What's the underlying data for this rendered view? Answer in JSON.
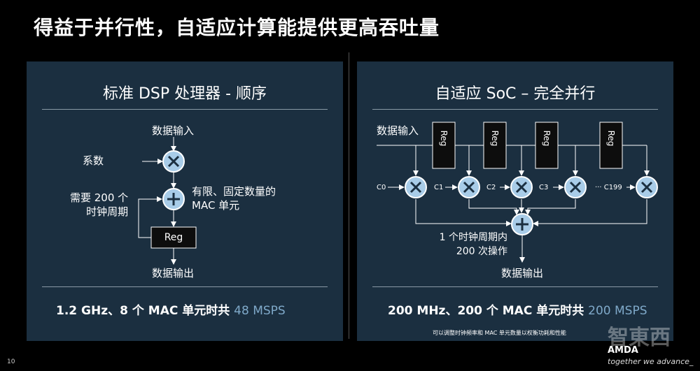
{
  "slide": {
    "title": "得益于并行性，自适应计算能提供更高吞吐量",
    "page_number": "10",
    "brand": "AMDA",
    "tagline": "together we advance_",
    "watermark": "智東西"
  },
  "left": {
    "title": "标准 DSP 处理器 - 顺序",
    "data_in": "数据输入",
    "coeff": "系数",
    "cycles": "需要 200 个\n时钟周期",
    "mac_note": "有限、固定数量的\nMAC 单元",
    "reg": "Reg",
    "data_out": "数据输出",
    "footer_main": "1.2 GHz、8 个 MAC 单元时共",
    "footer_hl": "48 MSPS"
  },
  "right": {
    "title": "自适应 SoC – 完全并行",
    "data_in": "数据输入",
    "regs": [
      "Reg",
      "Reg",
      "Reg",
      "Reg"
    ],
    "coeffs": [
      "C0",
      "C1",
      "C2",
      "C3",
      "··· C199"
    ],
    "ops_note": "1 个时钟周期内\n200 次操作",
    "data_out": "数据输出",
    "footer_main": "200 MHz、200 个 MAC 单元时共",
    "footer_hl": "200 MSPS",
    "note": "可以调整时钟频率和 MAC 单元数量以权衡功耗和性能"
  },
  "colors": {
    "panel": "#1b2f40",
    "highlight": "#7fa9c9",
    "node": "#a8cce8"
  }
}
